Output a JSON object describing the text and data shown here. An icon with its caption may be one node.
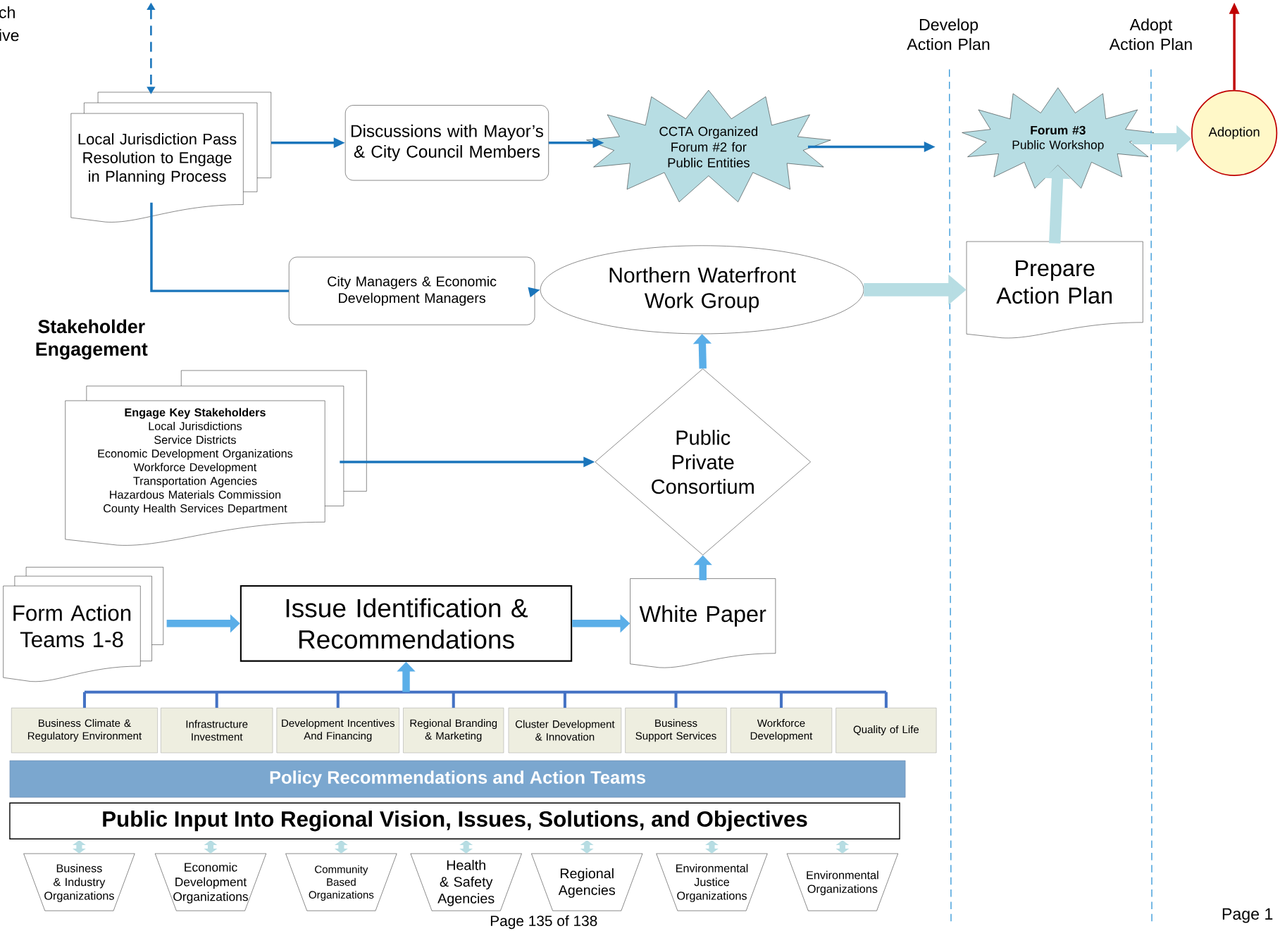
{
  "diagram": {
    "nodes": [
      {
        "text": [
          "Local Jurisdiction Pass Resolution to Engage in Planning Process"
        ]
      },
      {
        "text": [
          "Discussions with Mayor’s & City Council Members"
        ]
      },
      {
        "text": [
          "CCTA Organized Forum #2 for Public Entities"
        ]
      },
      {
        "text": [
          "Forum #3",
          "Public Workshop"
        ]
      },
      {
        "text": [
          "Adoption"
        ]
      },
      {
        "text": [
          "City Managers & Economic Development Managers"
        ]
      },
      {
        "text": [
          "Northern Waterfront Work Group"
        ]
      },
      {
        "text": [
          "Prepare Action Plan"
        ]
      },
      {
        "text": [
          "Engage Key Stakeholders",
          "Local Jurisdictions",
          "Service Districts",
          "Economic Development Organizations",
          "Workforce Development",
          "Transportation Agencies",
          "Hazardous Materials Commission",
          "County Health Services Department"
        ]
      },
      {
        "text": [
          "Public Private Consortium"
        ]
      },
      {
        "text": [
          "Form Action Teams 1-8"
        ]
      },
      {
        "text": [
          "Issue Identification & Recommendations"
        ]
      },
      {
        "text": [
          "White Paper"
        ]
      },
      {
        "text": [
          "Business Climate & Regulatory Environment"
        ]
      },
      {
        "text": [
          "Infrastructure Investment"
        ]
      },
      {
        "text": [
          "Development Incentives And Financing"
        ]
      },
      {
        "text": [
          "Regional Branding & Marketing"
        ]
      },
      {
        "text": [
          "Cluster Development & Innovation"
        ]
      },
      {
        "text": [
          "Business Support Services"
        ]
      },
      {
        "text": [
          "Workforce Development"
        ]
      },
      {
        "text": [
          "Quality of Life"
        ]
      },
      {
        "text": [
          "Policy Recommendations and Action Teams"
        ]
      },
      {
        "text": [
          "Public Input Into Regional Vision, Issues, Solutions, and Objectives"
        ]
      },
      {
        "text": [
          "Business & Industry Organizations"
        ]
      },
      {
        "text": [
          "Economic Development Organizations"
        ]
      },
      {
        "text": [
          "Community Based Organizations"
        ]
      },
      {
        "text": [
          "Health & Safety Agencies"
        ]
      },
      {
        "text": [
          "Regional Agencies"
        ]
      },
      {
        "text": [
          "Environmental Justice Organizations"
        ]
      },
      {
        "text": [
          "Environmental Organizations"
        ]
      }
    ],
    "edges": [
      {
        "from": null,
        "to": 0,
        "arrow": "both",
        "style": "dashed",
        "color": "#1a75bb"
      },
      {
        "from": 0,
        "to": 1,
        "arrow": "to",
        "color": "#1a75bb"
      },
      {
        "from": 1,
        "to": 2,
        "arrow": "to",
        "color": "#1a75bb"
      },
      {
        "from": 2,
        "to": null,
        "arrow": "to",
        "color": "#1a75bb"
      },
      {
        "from": 0,
        "to": 5,
        "arrow": "none",
        "color": "#1a75bb"
      },
      {
        "from": 5,
        "to": 6,
        "arrow": "to",
        "color": "#1a75bb"
      },
      {
        "from": 6,
        "to": 7,
        "arrow": "to",
        "style": "thick",
        "color": "#b7dde3"
      },
      {
        "from": 7,
        "to": 3,
        "arrow": "to",
        "style": "thick",
        "color": "#b7dde3"
      },
      {
        "from": 3,
        "to": 4,
        "arrow": "to",
        "style": "thick",
        "color": "#b7dde3"
      },
      {
        "from": 4,
        "to": null,
        "arrow": "to",
        "color": "#c00000"
      },
      {
        "from": 8,
        "to": 9,
        "arrow": "to",
        "color": "#1a75bb"
      },
      {
        "from": 10,
        "to": 11,
        "arrow": "to",
        "style": "thick",
        "color": "#5aaee8"
      },
      {
        "from": 11,
        "to": 12,
        "arrow": "to",
        "style": "thick",
        "color": "#5aaee8"
      },
      {
        "from": 12,
        "to": 9,
        "arrow": "to",
        "style": "thick",
        "color": "#5aaee8"
      },
      {
        "from": 9,
        "to": 6,
        "arrow": "to",
        "style": "thick",
        "color": "#5aaee8"
      },
      {
        "from": 13,
        "to": 11,
        "arrow": "to",
        "color": "#4472c4"
      },
      {
        "from": 14,
        "to": 11,
        "arrow": "to",
        "color": "#4472c4"
      },
      {
        "from": 15,
        "to": 11,
        "arrow": "to",
        "color": "#4472c4"
      },
      {
        "from": 16,
        "to": 11,
        "arrow": "to",
        "color": "#4472c4"
      },
      {
        "from": 17,
        "to": 11,
        "arrow": "to",
        "color": "#4472c4"
      },
      {
        "from": 18,
        "to": 11,
        "arrow": "to",
        "color": "#4472c4"
      },
      {
        "from": 19,
        "to": 11,
        "arrow": "to",
        "color": "#4472c4"
      },
      {
        "from": 20,
        "to": 11,
        "arrow": "to",
        "color": "#4472c4"
      },
      {
        "from": 22,
        "to": 23,
        "arrow": "both",
        "style": "thick",
        "color": "#b7dde3"
      },
      {
        "from": 22,
        "to": 24,
        "arrow": "both",
        "style": "thick",
        "color": "#b7dde3"
      },
      {
        "from": 22,
        "to": 25,
        "arrow": "both",
        "style": "thick",
        "color": "#b7dde3"
      },
      {
        "from": 22,
        "to": 26,
        "arrow": "both",
        "style": "thick",
        "color": "#b7dde3"
      },
      {
        "from": 22,
        "to": 27,
        "arrow": "both",
        "style": "thick",
        "color": "#b7dde3"
      },
      {
        "from": 22,
        "to": 28,
        "arrow": "both",
        "style": "thick",
        "color": "#b7dde3"
      },
      {
        "from": 22,
        "to": 29,
        "arrow": "both",
        "style": "thick",
        "color": "#b7dde3"
      }
    ],
    "labels": [
      "ch",
      "ive",
      "Develop Action Plan",
      "Adopt Action Plan",
      "Stakeholder Engagement",
      "Page 135 of 138",
      "Page 1"
    ]
  }
}
